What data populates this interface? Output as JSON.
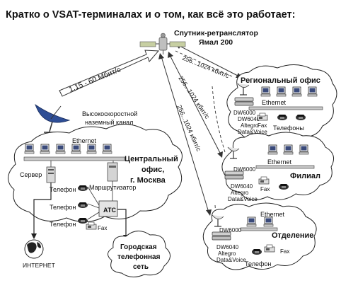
{
  "title": "Кратко о VSAT-терминалах и о том, как всё это работает:",
  "satellite": {
    "name_line1": "Спутник-ретранслятор",
    "name_line2": "Ямал 200"
  },
  "links": {
    "central_uplink": "1,15 - 60 Мбит/с",
    "regional": "256...1024 кбит/с",
    "branch": "256...1024 кбит/с",
    "department": "256...1024 кбит/с"
  },
  "central_office": {
    "channel_line1": "Высокоскоростной",
    "channel_line2": "наземный канал",
    "ethernet": "Ethernet",
    "name_line1": "Центральный",
    "name_line2": "офис,",
    "name_line3": "г. Москва",
    "server": "Сервер",
    "router": "Маршрутизатор",
    "phone1": "Телефон",
    "phone2": "Телефон",
    "phone3": "Телефон",
    "pbx": "АТС",
    "fax": "Fax"
  },
  "internet": "ИНТЕРНЕТ",
  "city_network": {
    "line1": "Городская",
    "line2": "телефонная",
    "line3": "сеть"
  },
  "regional_office": {
    "name": "Региональный офис",
    "ethernet": "Ethernet",
    "dw6000": "DW6000",
    "dw6040": "DW6040",
    "altegro": "Altegro",
    "datavoice": "Data&Voice",
    "fax": "Fax",
    "phones": "Телефоны"
  },
  "branch": {
    "name": "Филиал",
    "ethernet": "Ethernet",
    "dw6000": "DW6000",
    "dw6040": "DW6040",
    "altegro": "Altegro",
    "datavoice": "Data&Voice",
    "fax": "Fax"
  },
  "department": {
    "name": "Отделение",
    "ethernet": "Ethernet",
    "dw6000": "DW6000",
    "dw6040": "DW6040",
    "altegro": "Altegro",
    "datavoice": "Data&Voice",
    "fax": "Fax",
    "phone": "Телефон"
  }
}
